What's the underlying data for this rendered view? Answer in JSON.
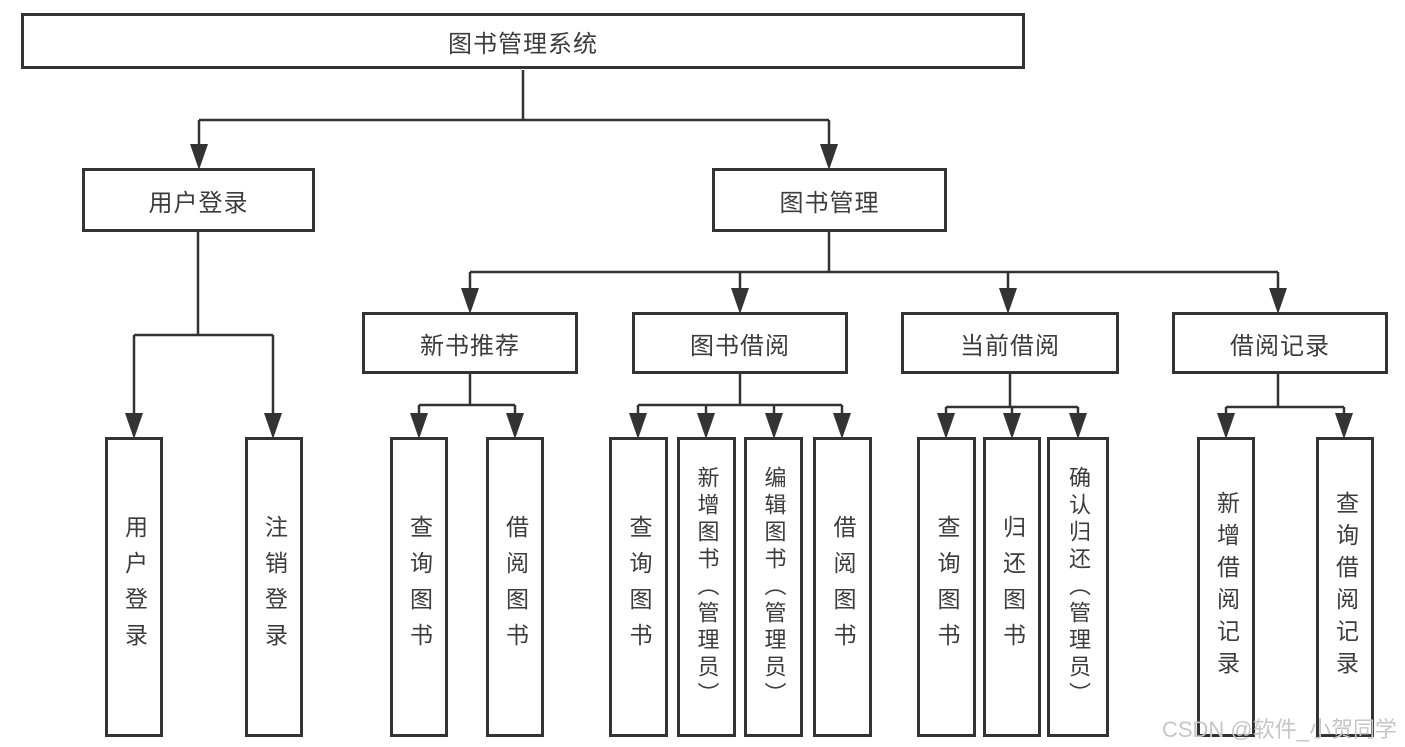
{
  "diagram": {
    "root": {
      "label": "图书管理系统"
    },
    "level1": [
      {
        "label": "用户登录"
      },
      {
        "label": "图书管理"
      }
    ],
    "level2": [
      {
        "label": "新书推荐"
      },
      {
        "label": "图书借阅"
      },
      {
        "label": "当前借阅"
      },
      {
        "label": "借阅记录"
      }
    ],
    "leaves": [
      {
        "label": "用户登录",
        "parent": "用户登录"
      },
      {
        "label": "注销登录",
        "parent": "用户登录"
      },
      {
        "label": "查询图书",
        "parent": "新书推荐"
      },
      {
        "label": "借阅图书",
        "parent": "新书推荐"
      },
      {
        "label": "查询图书",
        "parent": "图书借阅"
      },
      {
        "label": "新增图书（管理员）",
        "parent": "图书借阅"
      },
      {
        "label": "编辑图书（管理员）",
        "parent": "图书借阅"
      },
      {
        "label": "借阅图书",
        "parent": "图书借阅"
      },
      {
        "label": "查询图书",
        "parent": "当前借阅"
      },
      {
        "label": "归还图书",
        "parent": "当前借阅"
      },
      {
        "label": "确认归还（管理员）",
        "parent": "当前借阅"
      },
      {
        "label": "新增借阅记录",
        "parent": "借阅记录"
      },
      {
        "label": "查询借阅记录",
        "parent": "借阅记录"
      }
    ]
  },
  "watermark": "CSDN @软件_小贺同学",
  "colors": {
    "line": "#333333",
    "box_border": "#333333",
    "text": "#3c3c3c",
    "watermark": "#c6c6c6",
    "background": "#ffffff"
  }
}
